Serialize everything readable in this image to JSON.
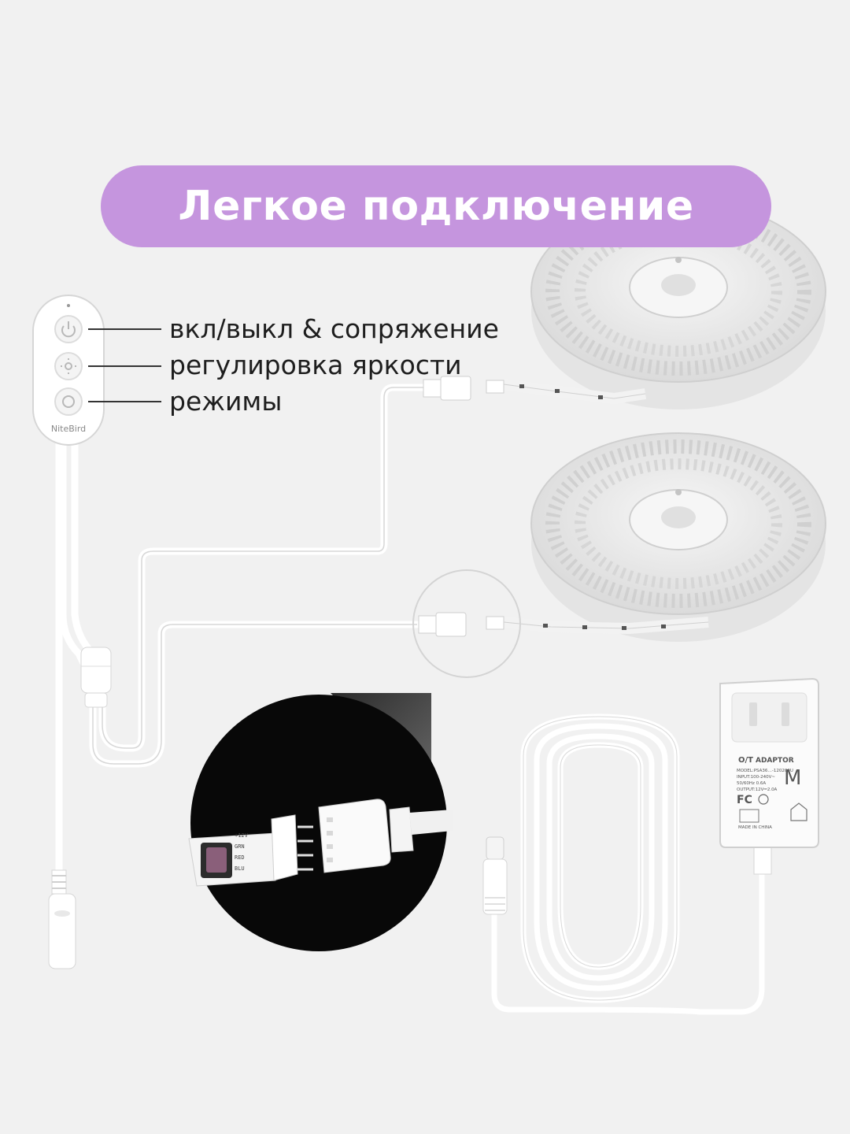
{
  "header": {
    "title": "Легкое подключение"
  },
  "controller": {
    "brand_logo": "NiteBird",
    "buttons": [
      {
        "icon": "power-icon",
        "label": "вкл/выкл & сопряжение"
      },
      {
        "icon": "brightness-icon",
        "label": "регулировка яркости"
      },
      {
        "icon": "mode-icon",
        "label": "режимы"
      }
    ]
  },
  "connector_pins": [
    "+12V",
    "GRN",
    "RED",
    "BLU"
  ],
  "adapter": {
    "brand": "ADAPTOR",
    "model": "MODEL:PSA36…-120200U",
    "input": "INPUT:100-240V~",
    "freq": "50/60Hz 0.6A",
    "output": "OUTPUT:12V⎓2.0A",
    "mark": "M",
    "made_in": "MADE IN CHINA"
  },
  "colors": {
    "accent": "#c595de",
    "background": "#f1f1f1",
    "text": "#1e1e1e"
  }
}
